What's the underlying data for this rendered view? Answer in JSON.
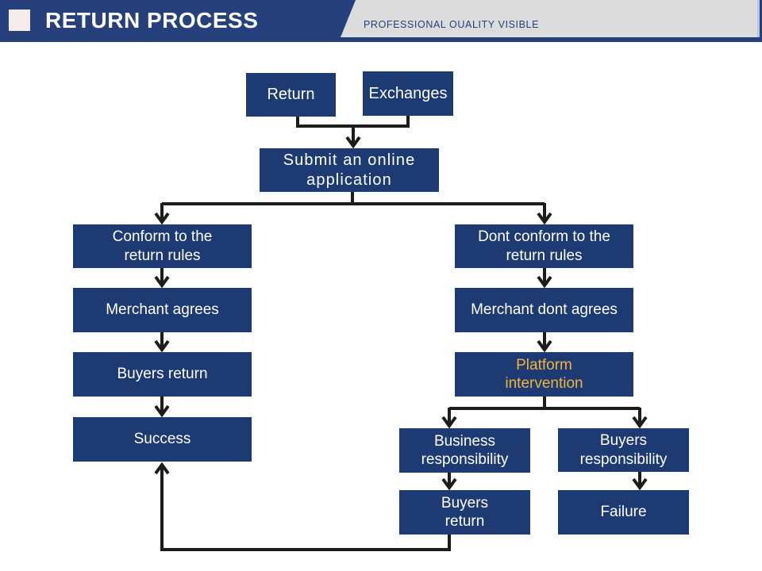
{
  "header": {
    "title": "RETURN PROCESS",
    "subtitle": "PROFESSIONAL OUALITY VISIBLE"
  },
  "colors": {
    "box_navy": "#1e3a73",
    "header_navy": "#26407b",
    "accent_yellow": "#eeb43e",
    "connector_dark": "#1c1c1c",
    "ribbon_gray": "#dcdcdc",
    "square_pink": "#f4ecec",
    "edge_blue": "#b9c6de",
    "text_white": "#ffffff"
  },
  "nodes": {
    "return": {
      "label": "Return"
    },
    "exchanges": {
      "label": "Exchanges"
    },
    "submit": {
      "label": "Submit an online\napplication"
    },
    "conform": {
      "label": "Conform to the\nreturn rules"
    },
    "merchant_agrees": {
      "label": "Merchant agrees"
    },
    "buyers_return_left": {
      "label": "Buyers return"
    },
    "success": {
      "label": "Success"
    },
    "dont_conform": {
      "label": "Dont conform to the\nreturn rules"
    },
    "merchant_dont_agrees": {
      "label": "Merchant dont agrees"
    },
    "platform_intervention": {
      "label": "Platform\nintervention",
      "text_color": "#eeb43e"
    },
    "business_responsibility": {
      "label": "Business\nresponsibility"
    },
    "buyers_responsibility": {
      "label": "Buyers\nresponsibility"
    },
    "buyers_return_bottom": {
      "label": "Buyers\nreturn"
    },
    "failure": {
      "label": "Failure"
    }
  },
  "edges": [
    {
      "from": "return",
      "to": "submit"
    },
    {
      "from": "exchanges",
      "to": "submit"
    },
    {
      "from": "submit",
      "to": "conform"
    },
    {
      "from": "submit",
      "to": "dont_conform"
    },
    {
      "from": "conform",
      "to": "merchant_agrees"
    },
    {
      "from": "merchant_agrees",
      "to": "buyers_return_left"
    },
    {
      "from": "buyers_return_left",
      "to": "success"
    },
    {
      "from": "dont_conform",
      "to": "merchant_dont_agrees"
    },
    {
      "from": "merchant_dont_agrees",
      "to": "platform_intervention"
    },
    {
      "from": "platform_intervention",
      "to": "business_responsibility"
    },
    {
      "from": "platform_intervention",
      "to": "buyers_responsibility"
    },
    {
      "from": "business_responsibility",
      "to": "buyers_return_bottom"
    },
    {
      "from": "buyers_responsibility",
      "to": "failure"
    },
    {
      "from": "buyers_return_bottom",
      "to": "success"
    }
  ]
}
